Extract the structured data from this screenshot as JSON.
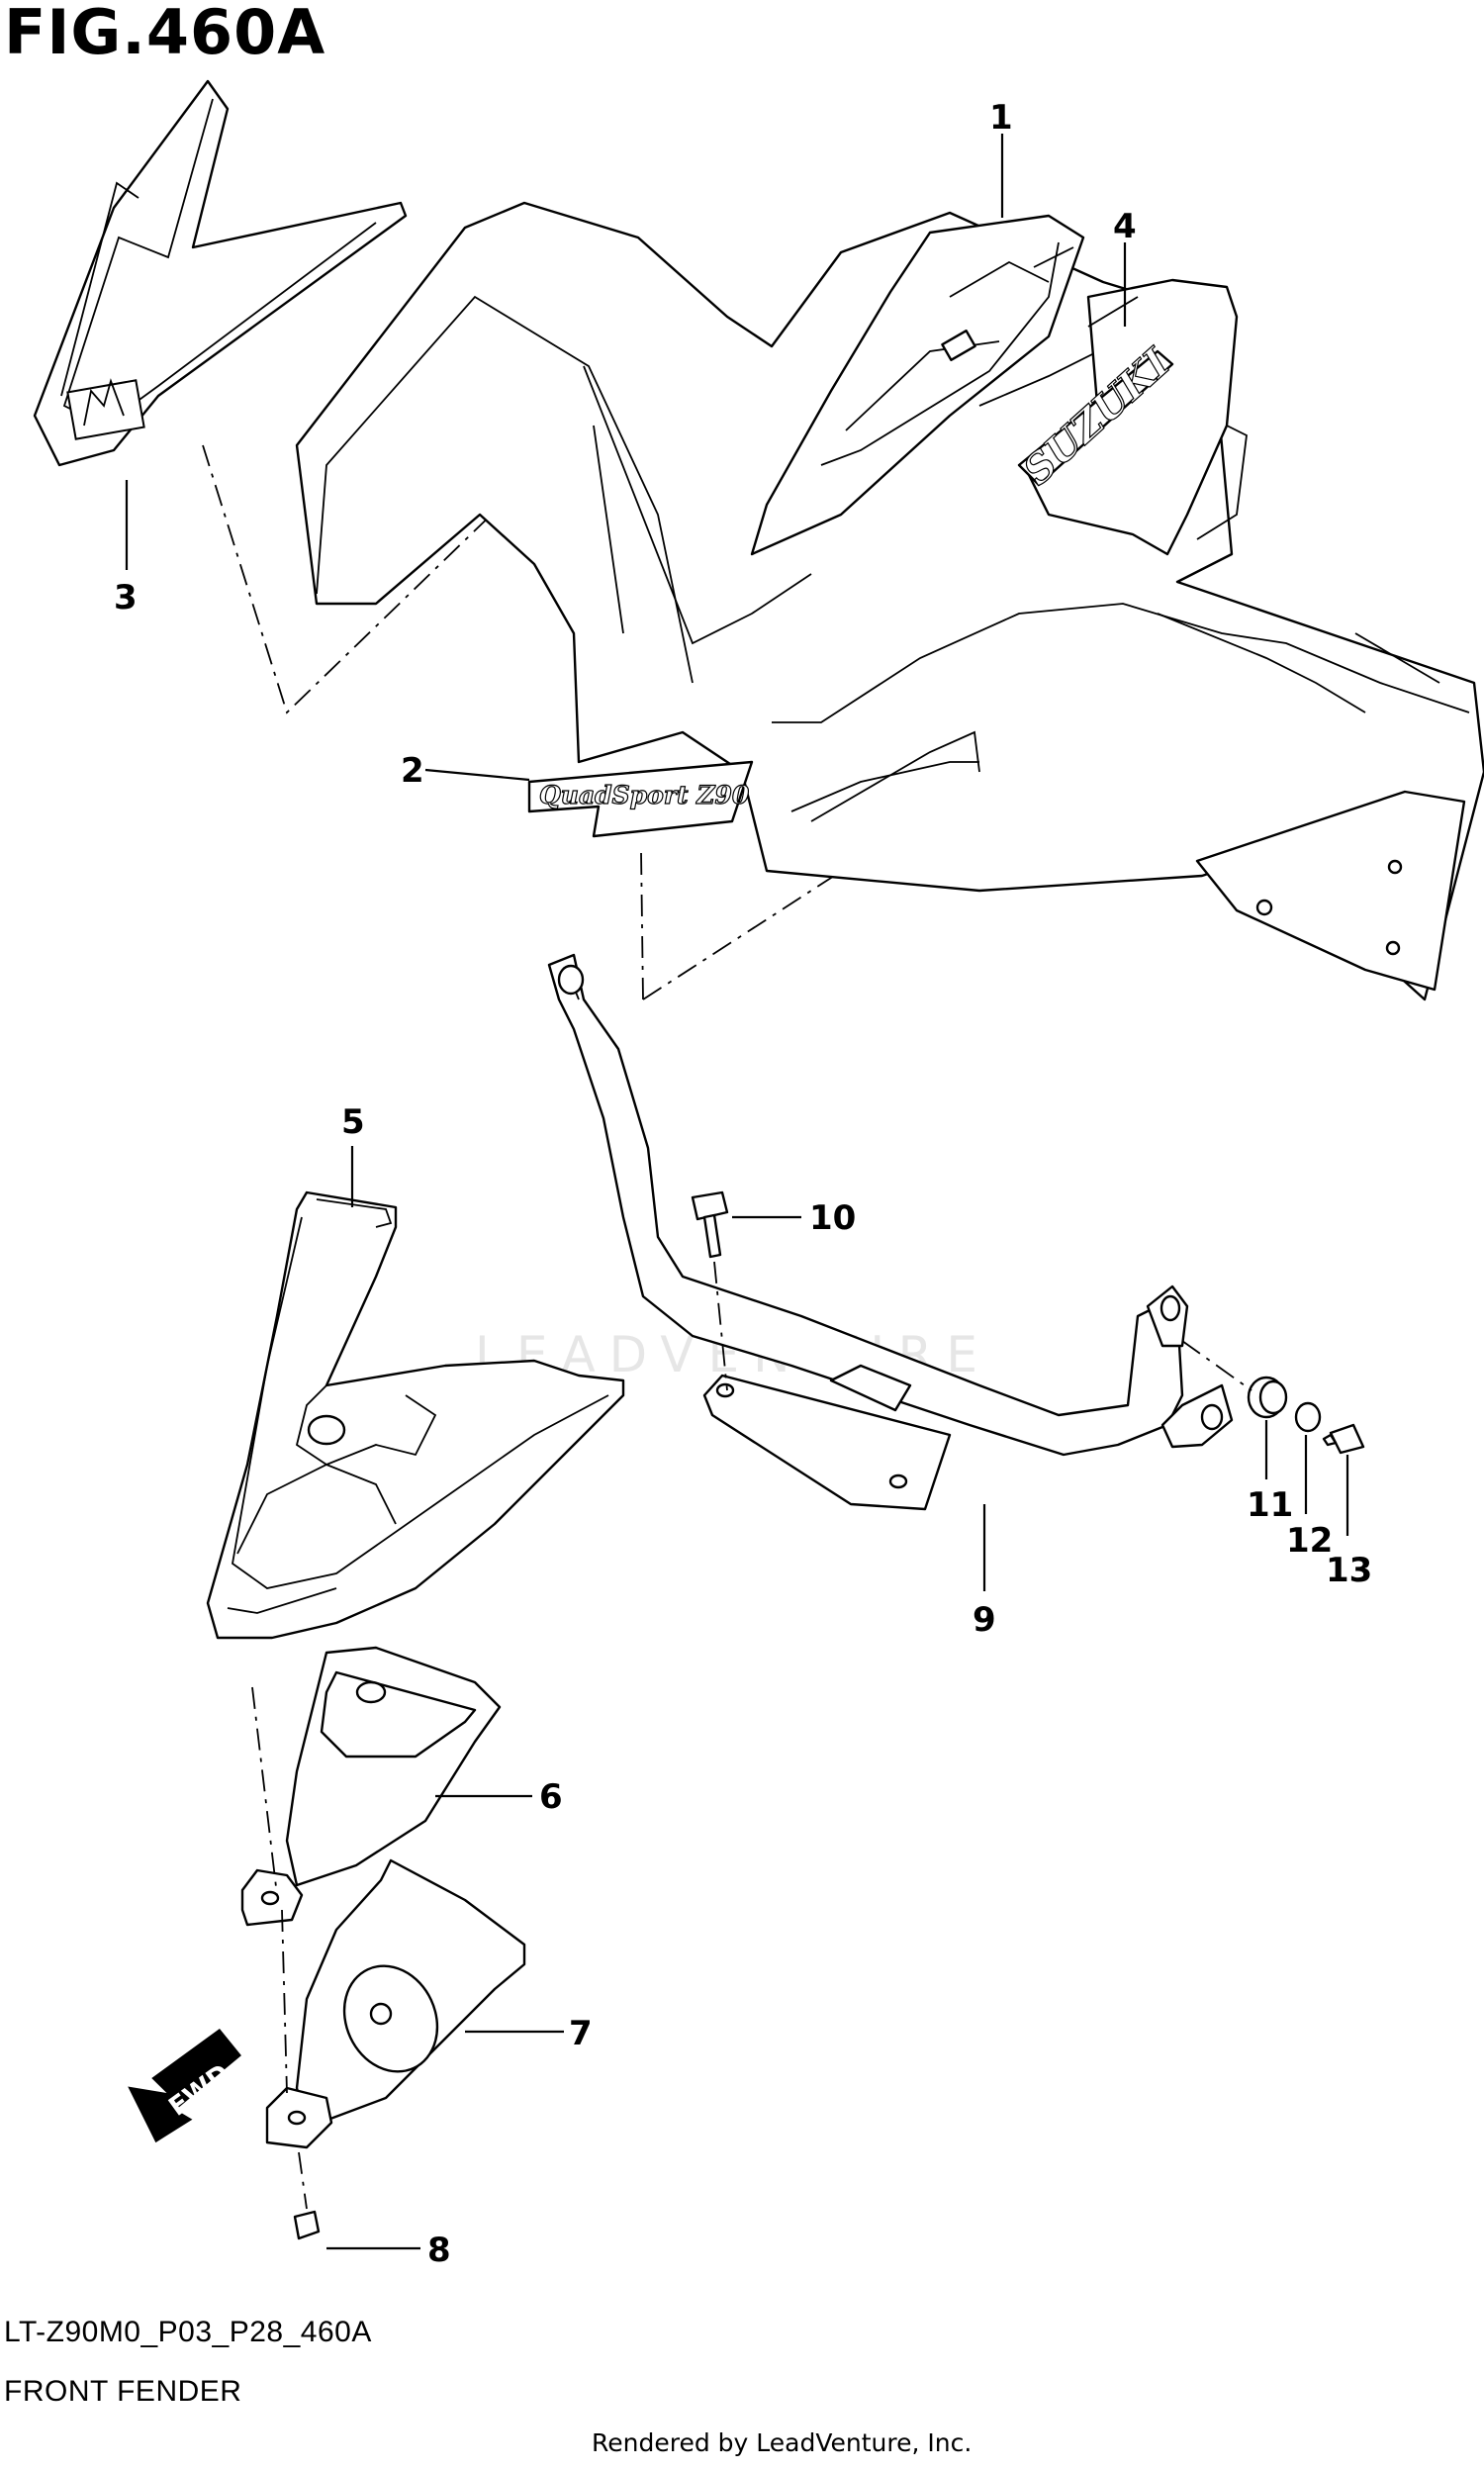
{
  "figure": {
    "title": "FIG.460A",
    "code": "LT-Z90M0_P03_P28_460A",
    "name": "FRONT FENDER",
    "credit": "Rendered by LeadVenture, Inc.",
    "watermark": "LEADVENTURE"
  },
  "embossed": {
    "brand": "SUZUKI",
    "decal": "QuadSport Z90",
    "arrow": "FWD"
  },
  "callouts": [
    "1",
    "2",
    "3",
    "4",
    "5",
    "6",
    "7",
    "8",
    "9",
    "10",
    "11",
    "12",
    "13"
  ]
}
